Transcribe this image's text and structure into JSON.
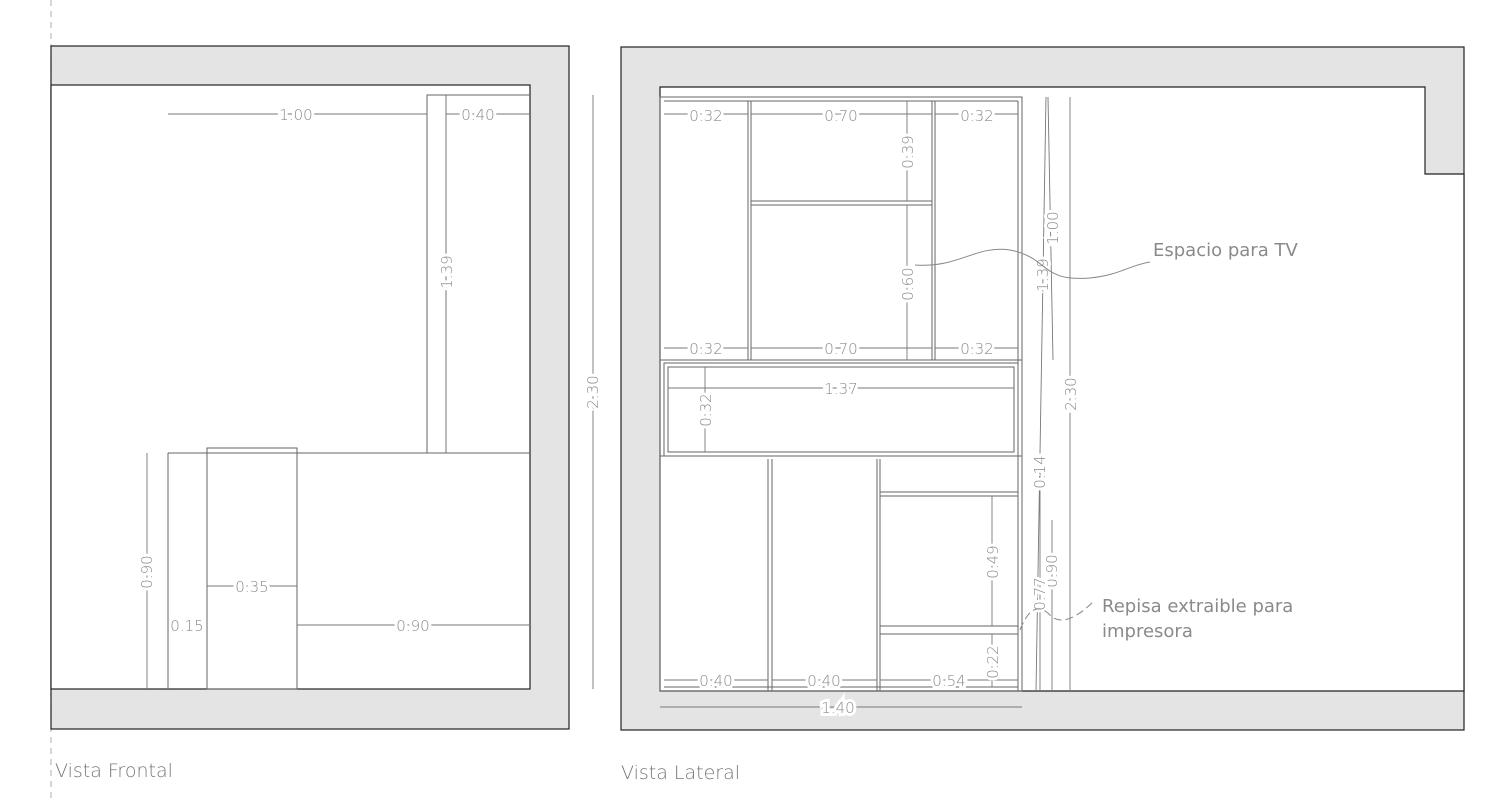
{
  "captions": {
    "front": "Vista Frontal",
    "side": "Vista Lateral"
  },
  "notes": {
    "tv": "Espacio para TV",
    "printer_line1": "Repisa extraible para",
    "printer_line2": "impresora"
  },
  "front_dims": {
    "top_width": "1.00",
    "top_right": "0.40",
    "column_height": "1.39",
    "desk_height": "0.90",
    "leg_gap": "0.15",
    "leg_width": "0.35",
    "desk_width": "0.90"
  },
  "side_dims": {
    "top_left": "0.32",
    "top_mid": "0.70",
    "top_right": "0.32",
    "upper_shelf": "0.39",
    "tv_height": "0.60",
    "mid_left": "0.32",
    "mid_mid": "0.70",
    "mid_right": "0.32",
    "drawer_width": "1.37",
    "drawer_height": "0.32",
    "bottom_left": "0.40",
    "bottom_mid": "0.40",
    "bottom_right": "0.54",
    "printer_shelf": "0.49",
    "base_height": "0.22",
    "total_width": "1.40",
    "total_height": "2.30",
    "side_total_height": "2.30",
    "side_upper": "1.00",
    "side_upper2": "1.39",
    "side_gap": "0.14",
    "side_lower": "0.90",
    "side_shelf": "0.77"
  }
}
